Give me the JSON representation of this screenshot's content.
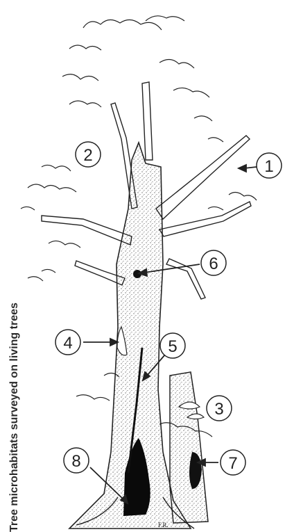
{
  "side_title": "Tree microhabitats surveyed on living trees",
  "callouts": [
    {
      "number": "1"
    },
    {
      "number": "2"
    },
    {
      "number": "3"
    },
    {
      "number": "4"
    },
    {
      "number": "5"
    },
    {
      "number": "6"
    },
    {
      "number": "7"
    },
    {
      "number": "8"
    }
  ],
  "signature": "F.R.",
  "colors": {
    "ink": "#222222",
    "background": "#ffffff",
    "shadow": "#111111"
  }
}
